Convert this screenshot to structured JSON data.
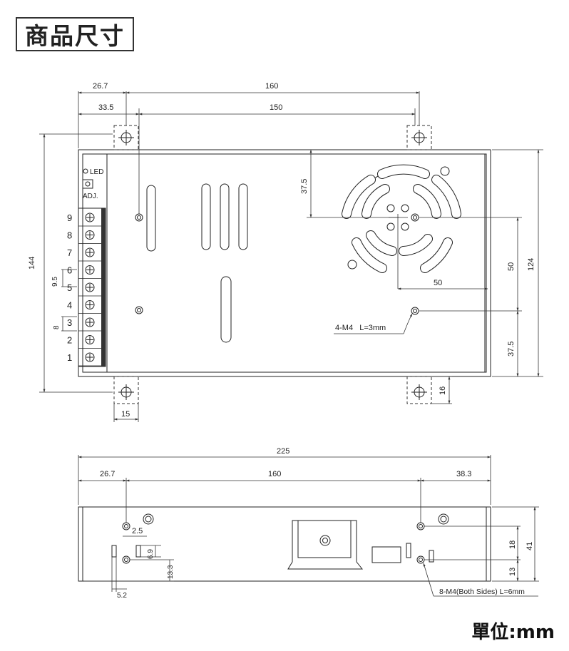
{
  "title": "商品尺寸",
  "unit_label": "單位:mm",
  "top_view": {
    "dims_top": {
      "a": "26.7",
      "b": "160",
      "c": "33.5",
      "d": "150"
    },
    "dims_left": {
      "height": "144",
      "pitch1": "9.5",
      "pitch2": "8"
    },
    "dims_right": {
      "height": "124",
      "upper": "50",
      "lower": "37.5"
    },
    "dims_fan": {
      "vertical": "37.5",
      "horizontal": "50"
    },
    "dims_bottom": {
      "tab_width": "15",
      "tab_height": "16"
    },
    "hole_note": "4-M4   L=3mm",
    "led_label": "LED",
    "adj_label": "ADJ.",
    "terminals": [
      "9",
      "8",
      "7",
      "6",
      "5",
      "4",
      "3",
      "2",
      "1"
    ]
  },
  "side_view": {
    "dims_top": {
      "total": "225",
      "left": "26.7",
      "mid": "160",
      "right": "38.3"
    },
    "dims_left": {
      "a": "2.5",
      "b": "6.9",
      "c": "13.3",
      "d": "5.2"
    },
    "dims_right": {
      "a": "18",
      "b": "41",
      "c": "13"
    },
    "hole_note": "8-M4(Both Sides) L=6mm"
  }
}
